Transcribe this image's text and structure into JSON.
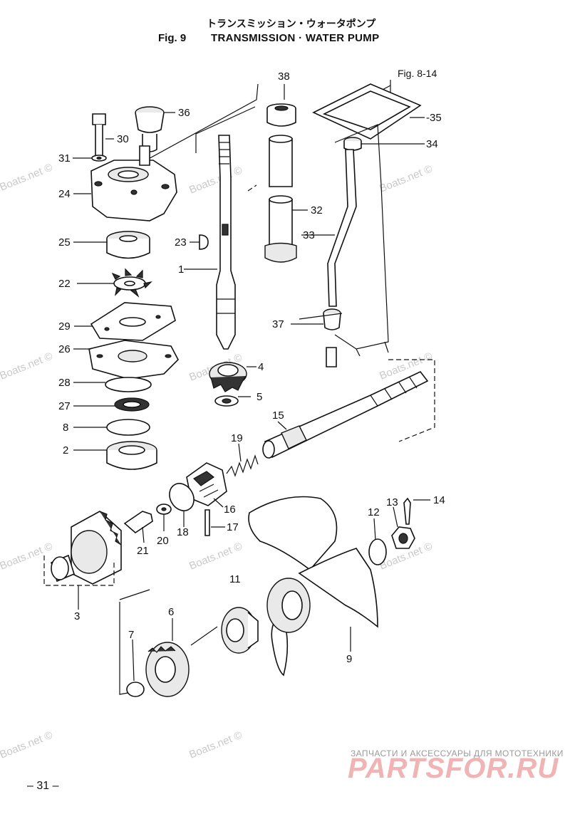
{
  "title": {
    "japanese": "トランスミッション・ウォータポンプ",
    "figure": "Fig. 9",
    "english": "TRANSMISSION · WATER PUMP"
  },
  "reference": "Fig. 8-14",
  "parts": [
    {
      "label": "38"
    },
    {
      "label": "36"
    },
    {
      "label": "30"
    },
    {
      "label": "31"
    },
    {
      "label": "24"
    },
    {
      "label": "25"
    },
    {
      "label": "23"
    },
    {
      "label": "1"
    },
    {
      "label": "22"
    },
    {
      "label": "29"
    },
    {
      "label": "26"
    },
    {
      "label": "28"
    },
    {
      "label": "27"
    },
    {
      "label": "8"
    },
    {
      "label": "2"
    },
    {
      "label": "-35"
    },
    {
      "label": "34"
    },
    {
      "label": "32"
    },
    {
      "label": "33"
    },
    {
      "label": "37"
    },
    {
      "label": "4"
    },
    {
      "label": "5"
    },
    {
      "label": "15"
    },
    {
      "label": "19"
    },
    {
      "label": "16"
    },
    {
      "label": "17"
    },
    {
      "label": "18"
    },
    {
      "label": "20"
    },
    {
      "label": "21"
    },
    {
      "label": "14"
    },
    {
      "label": "13"
    },
    {
      "label": "12"
    },
    {
      "label": "3"
    },
    {
      "label": "11"
    },
    {
      "label": "6"
    },
    {
      "label": "7"
    },
    {
      "label": "9"
    }
  ],
  "watermark": "Boats.net ©",
  "site_label": "ЗАПЧАСТИ И АКСЕССУАРЫ ДЛЯ МОТОТЕХНИКИ",
  "site_logo": "PARTSFOR.RU",
  "page_number": "– 31 –"
}
